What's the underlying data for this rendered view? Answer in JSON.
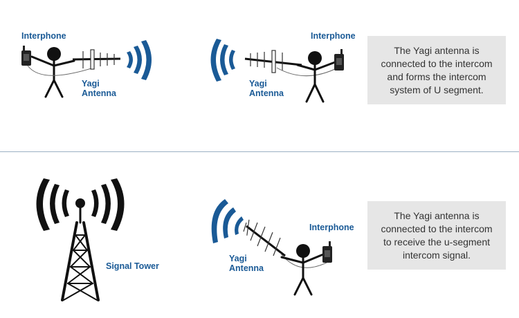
{
  "colors": {
    "label_text": "#1a5a96",
    "signal_waves": "#1a5a96",
    "figure": "#111111",
    "caption_box": "#e6e6e6",
    "divider": "#9bb0c4"
  },
  "top_left": {
    "interphone_label": "Interphone",
    "antenna_label_line1": "Yagi",
    "antenna_label_line2": "Antenna"
  },
  "top_middle": {
    "interphone_label": "Interphone",
    "antenna_label_line1": "Yagi",
    "antenna_label_line2": "Antenna"
  },
  "top_caption": {
    "line1": "The Yagi antenna is",
    "line2": "connected to the intercom",
    "line3": "and forms the intercom",
    "line4": "system of U segment."
  },
  "bottom_left": {
    "tower_label": "Signal Tower"
  },
  "bottom_middle": {
    "interphone_label": "Interphone",
    "antenna_label_line1": "Yagi",
    "antenna_label_line2": "Antenna"
  },
  "bottom_caption": {
    "line1": "The Yagi antenna is",
    "line2": "connected to the intercom",
    "line3": "to receive the u-segment",
    "line4": "intercom signal."
  }
}
